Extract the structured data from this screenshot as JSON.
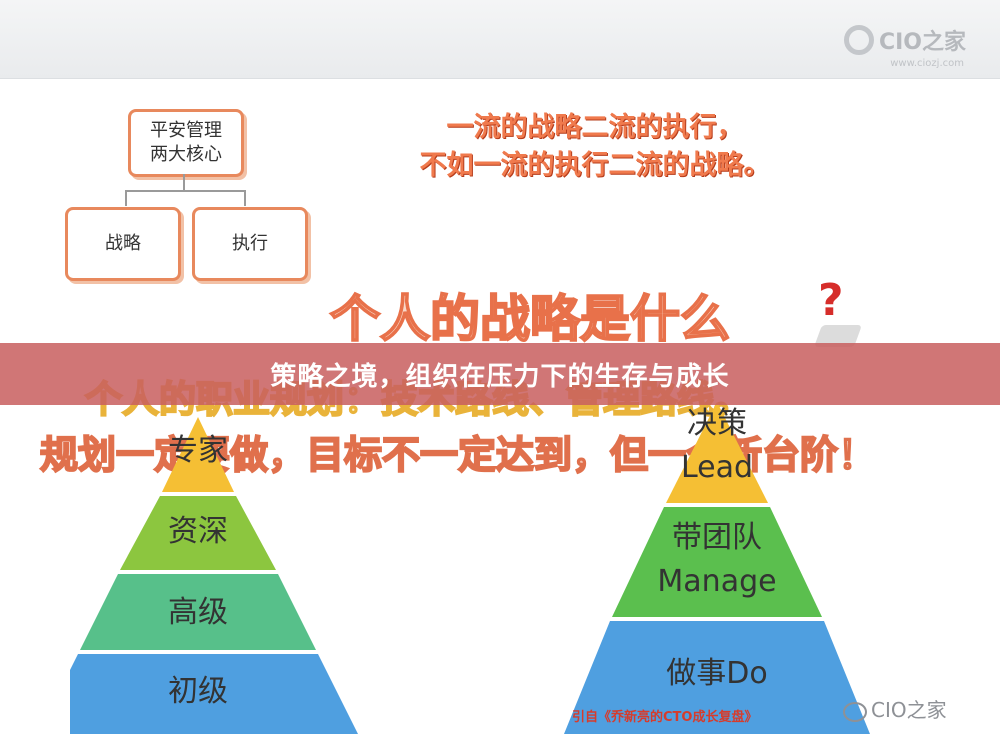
{
  "header": {
    "logo_text": "CIO之家",
    "logo_url": "www.ciozj.com"
  },
  "org_chart": {
    "root": "平安管理\n两大核心",
    "left": "战略",
    "right": "执行"
  },
  "quote": {
    "line1": "一流的战略二流的执行，",
    "line2": "不如一流的执行二流的战略。"
  },
  "question": "个人的战略是什么",
  "question_mark": "?",
  "career_line": "个人的职业规划：技术路线、管理路线。",
  "plan_line": "规划一定要做，目标不一定达到，但一个新台阶！",
  "banner_title": "策略之境，组织在压力下的生存与成长",
  "left_pyramid": {
    "levels": [
      "专家",
      "资深",
      "高级",
      "初级"
    ],
    "colors": [
      "#f5bf34",
      "#8cc63f",
      "#57c08a",
      "#4f9fe0"
    ]
  },
  "right_pyramid": {
    "levels": [
      {
        "cn": "决策",
        "en": "Lead"
      },
      {
        "cn": "带团队",
        "en": "Manage"
      },
      {
        "cn": "做事Do",
        "en": ""
      }
    ],
    "colors": [
      "#f5bf34",
      "#5bbf4e",
      "#4f9fe0"
    ]
  },
  "credit": "引自《乔新亮的CTO成长复盘》",
  "watermark": "CIO之家"
}
